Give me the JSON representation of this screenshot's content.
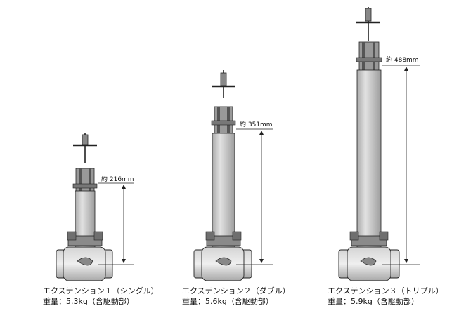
{
  "variants": [
    {
      "name": "エクステンション１（シングル）",
      "weight": "重量：5.3kg（含駆動部）",
      "dimension": "約 216mm"
    },
    {
      "name": "エクステンション２（ダブル）",
      "weight": "重量：5.6kg（含駆動部）",
      "dimension": "約 351mm"
    },
    {
      "name": "エクステンション３（トリプル）",
      "weight": "重量：5.9kg（含駆動部）",
      "dimension": "約 488mm"
    }
  ],
  "colors": {
    "tube": "#c9c9c9",
    "body": "#bdbdbd",
    "line": "#222222",
    "dark": "#555555"
  }
}
